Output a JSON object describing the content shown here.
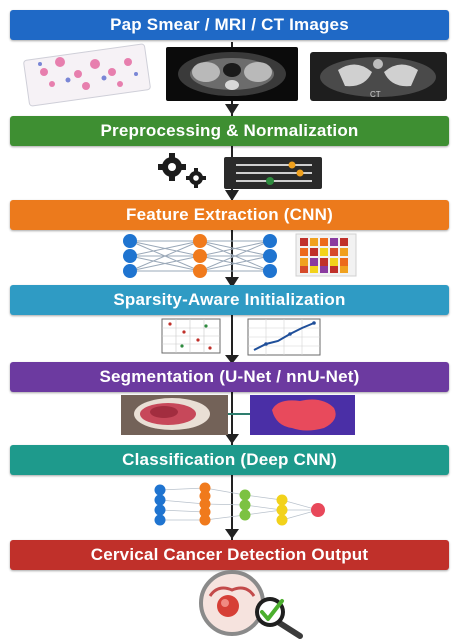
{
  "stages": [
    {
      "label": "Pap Smear / MRI / CT Images",
      "color": "#1f69c6"
    },
    {
      "label": "Preprocessing & Normalization",
      "color": "#3e8f32"
    },
    {
      "label": "Feature Extraction (CNN)",
      "color": "#ec7a1c"
    },
    {
      "label": "Sparsity-Aware Initialization",
      "color": "#2f9bc4"
    },
    {
      "label": "Segmentation (U-Net / nnU-Net)",
      "color": "#6c3aa0"
    },
    {
      "label": "Classification (Deep CNN)",
      "color": "#1e9a8c"
    },
    {
      "label": "Cervical Cancer Detection Output",
      "color": "#c0302a"
    }
  ],
  "icons": {
    "ct_label": "CT",
    "colors": {
      "arrow": "#222222",
      "check": "#4caf2e",
      "nn_blue": "#1f74d0",
      "nn_orange": "#f07a1c",
      "nn_green": "#7cc242",
      "nn_yellow": "#f2d21b",
      "nn_red": "#e8485a"
    }
  }
}
